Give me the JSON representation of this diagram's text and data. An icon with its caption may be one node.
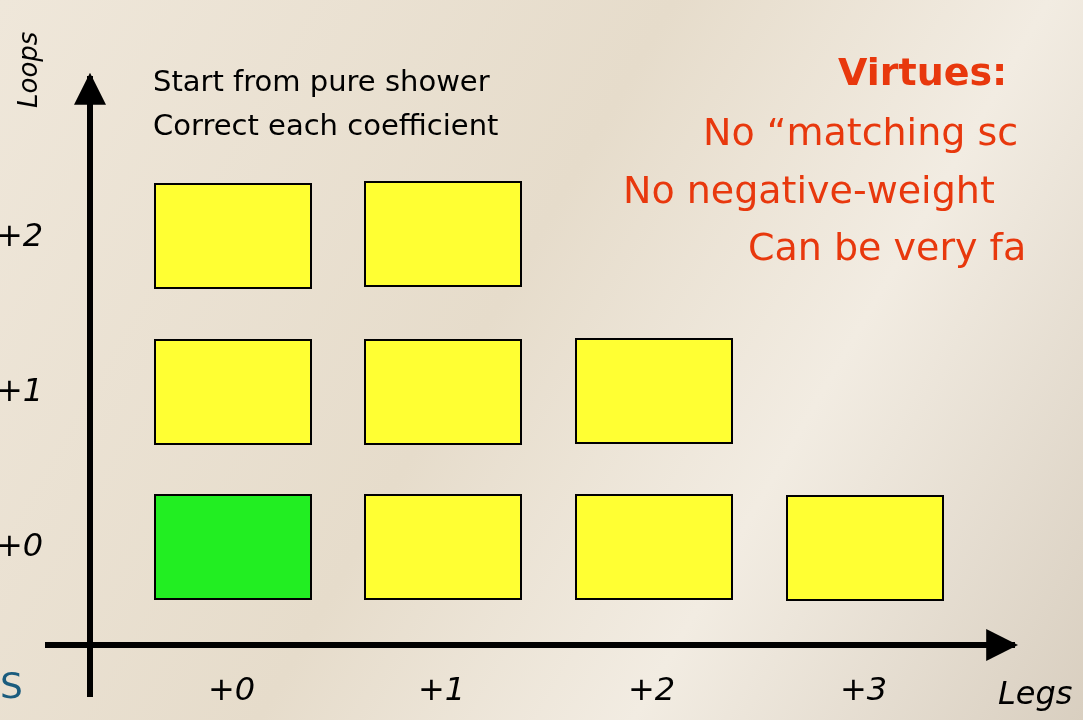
{
  "diagram": {
    "nodes": [
      {
        "text": [],
        "shape": "box"
      },
      {
        "text": [],
        "shape": "box"
      },
      {
        "text": [],
        "shape": "box"
      },
      {
        "text": [],
        "shape": "box"
      },
      {
        "text": [],
        "shape": "box"
      },
      {
        "text": [],
        "shape": "box"
      },
      {
        "text": [],
        "shape": "box"
      },
      {
        "text": [],
        "shape": "box"
      },
      {
        "text": [],
        "shape": "box"
      }
    ],
    "labels": [
      "Loops",
      "Start from pure shower",
      "Correct each coefficient",
      "Virtues:",
      "No “matching sc",
      "No negative-weight",
      "Can be very fa",
      "+2",
      "+1",
      "+0",
      "S",
      "+0",
      "+1",
      "+2",
      "+3",
      "Legs"
    ]
  }
}
